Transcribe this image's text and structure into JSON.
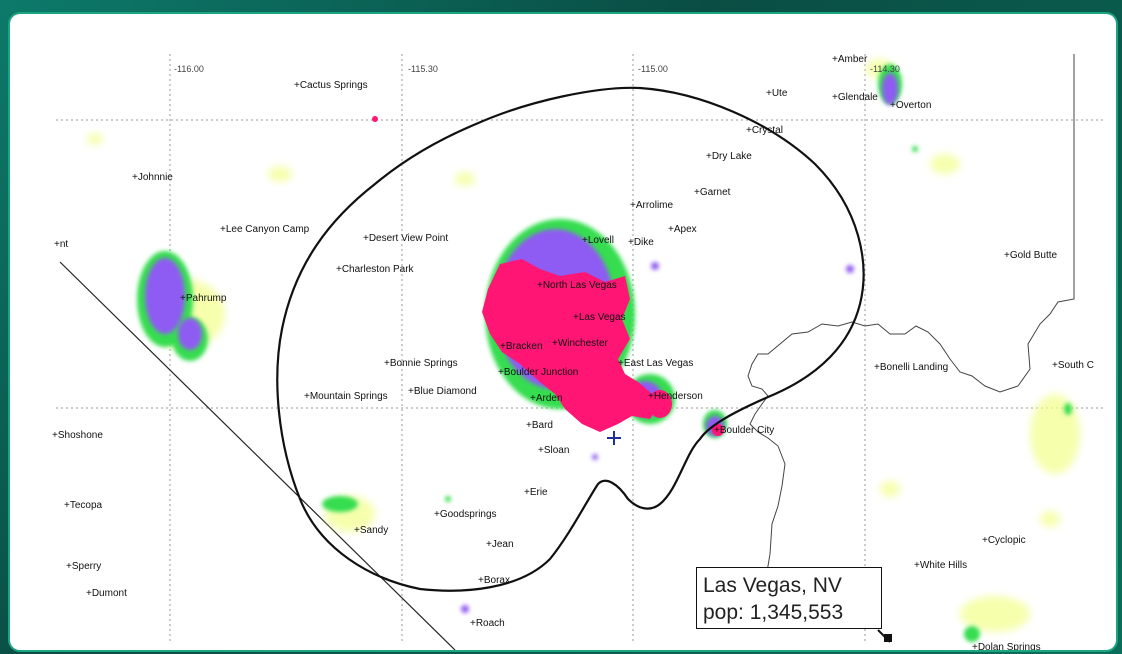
{
  "map": {
    "longitude_ticks": [
      "-116.00",
      "-115.30",
      "-115.00",
      "-114.30"
    ],
    "colors": {
      "boundary": "#111111",
      "dense": "#ff1a75",
      "medium": "#8a5cf0",
      "low": "#33e04d",
      "sparse": "#f0ff80",
      "grid": "#888888"
    },
    "places": [
      {
        "name": "Cactus Springs"
      },
      {
        "name": "Johnnie"
      },
      {
        "name": "Lee Canyon Camp"
      },
      {
        "name": "Desert View Point"
      },
      {
        "name": "Charleston Park"
      },
      {
        "name": "Pahrump"
      },
      {
        "name": "Bonnie Springs"
      },
      {
        "name": "Blue Diamond"
      },
      {
        "name": "Mountain Springs"
      },
      {
        "name": "North Las Vegas"
      },
      {
        "name": "Las Vegas"
      },
      {
        "name": "Winchester"
      },
      {
        "name": "Bracken"
      },
      {
        "name": "Boulder Junction"
      },
      {
        "name": "Arden"
      },
      {
        "name": "East Las Vegas"
      },
      {
        "name": "Henderson"
      },
      {
        "name": "Boulder City"
      },
      {
        "name": "Bard"
      },
      {
        "name": "Sloan"
      },
      {
        "name": "Erie"
      },
      {
        "name": "Goodsprings"
      },
      {
        "name": "Jean"
      },
      {
        "name": "Borax"
      },
      {
        "name": "Roach"
      },
      {
        "name": "Tecopa"
      },
      {
        "name": "Sperry"
      },
      {
        "name": "Dumont"
      },
      {
        "name": "Shoshone"
      },
      {
        "name": "Sandy"
      },
      {
        "name": "Ute"
      },
      {
        "name": "Crystal"
      },
      {
        "name": "Dry Lake"
      },
      {
        "name": "Garnet"
      },
      {
        "name": "Arrolime"
      },
      {
        "name": "Apex"
      },
      {
        "name": "Lovell"
      },
      {
        "name": "Dike"
      },
      {
        "name": "Gold Butte"
      },
      {
        "name": "Bonelli Landing"
      },
      {
        "name": "South C"
      },
      {
        "name": "Cyclopic"
      },
      {
        "name": "White Hills"
      },
      {
        "name": "Amber"
      },
      {
        "name": "Glendale"
      },
      {
        "name": "Overton"
      },
      {
        "name": "Dolan Springs"
      },
      {
        "name": "nt"
      }
    ],
    "callout": {
      "city": "Las Vegas, NV",
      "population": "pop: 1,345,553"
    }
  }
}
